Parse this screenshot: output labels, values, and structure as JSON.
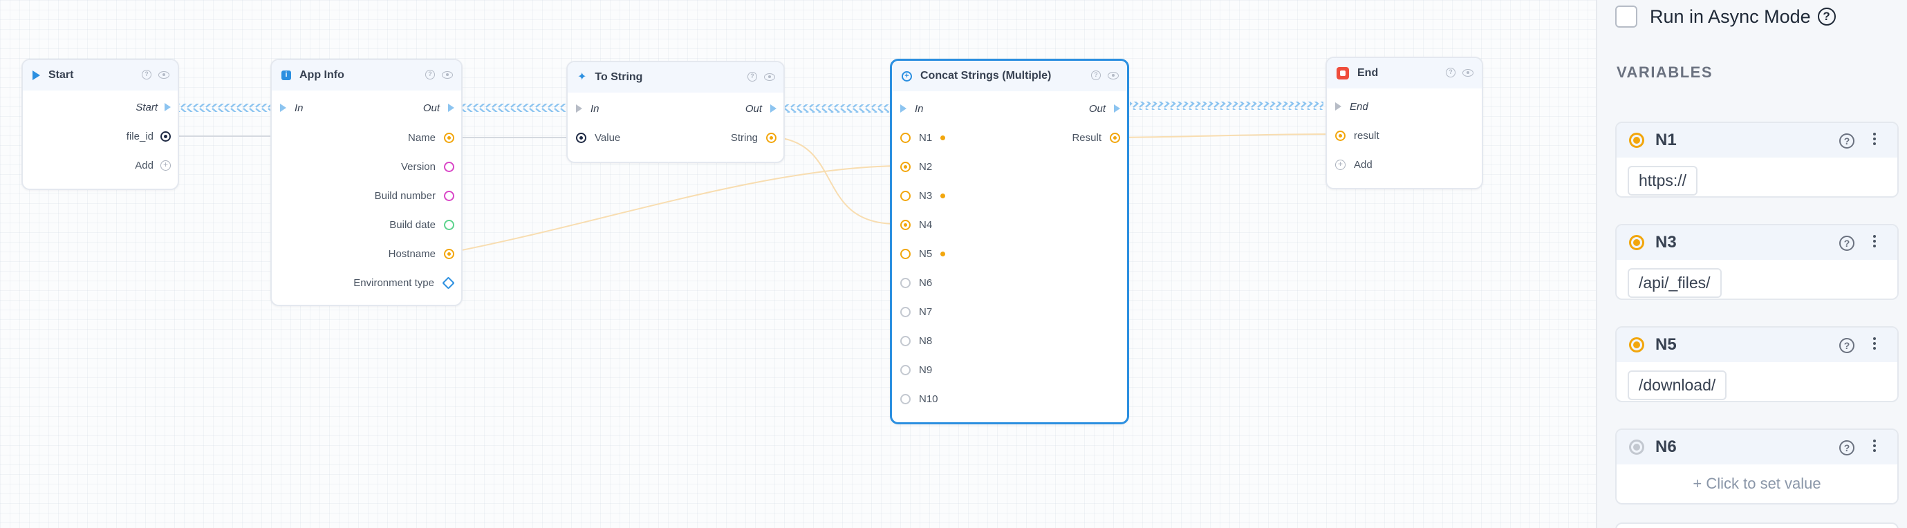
{
  "nodes": {
    "start": {
      "title": "Start",
      "icon": "play-triangle-icon",
      "outputs": {
        "flow": "Start",
        "file_id": "file_id",
        "add": "Add"
      }
    },
    "app_info": {
      "title": "App Info",
      "icon": "info-badge-icon",
      "input": "In",
      "output": "Out",
      "fields": [
        "Name",
        "Version",
        "Build number",
        "Build date",
        "Hostname",
        "Environment type"
      ]
    },
    "to_string": {
      "title": "To String",
      "icon": "sparkle-icon",
      "input": "In",
      "output": "Out",
      "value_label": "Value",
      "string_label": "String"
    },
    "concat": {
      "title": "Concat Strings (Multiple)",
      "icon": "plus-circle-icon",
      "input": "In",
      "output": "Out",
      "result_label": "Result",
      "inputs": [
        "N1",
        "N2",
        "N3",
        "N4",
        "N5",
        "N6",
        "N7",
        "N8",
        "N9",
        "N10"
      ]
    },
    "end": {
      "title": "End",
      "icon": "stop-square-icon",
      "input": "End",
      "result": "result",
      "add": "Add"
    }
  },
  "sidebar": {
    "async_label": "Run in Async Mode",
    "async_checked": false,
    "variables_title": "VARIABLES",
    "variables": [
      {
        "name": "N1",
        "value": "https://"
      },
      {
        "name": "N3",
        "value": "/api/_files/"
      },
      {
        "name": "N5",
        "value": "/download/"
      },
      {
        "name": "N6",
        "value": "",
        "placeholder": "+ Click to set value"
      }
    ]
  },
  "colors": {
    "accent": "#2b8fe0",
    "port_orange": "#f2a60c",
    "flow_edge": "#8cc4f0",
    "end_red": "#ef4d3c"
  }
}
